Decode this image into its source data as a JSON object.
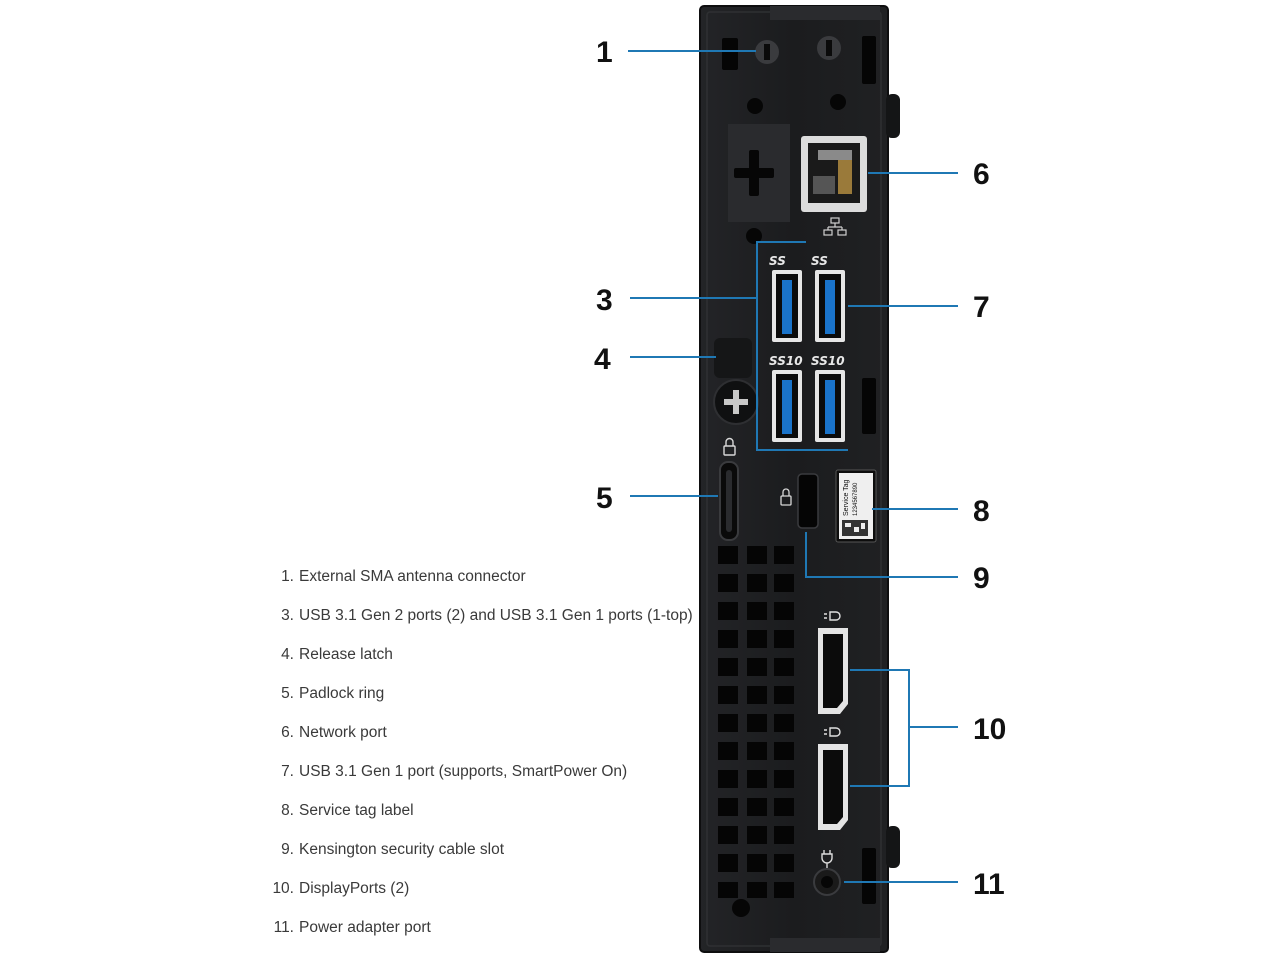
{
  "callouts": [
    "1",
    "3",
    "4",
    "5",
    "6",
    "7",
    "8",
    "9",
    "10",
    "11"
  ],
  "legend": [
    {
      "num": "1.",
      "text": "External SMA antenna connector"
    },
    {
      "num": "3.",
      "text": "USB 3.1 Gen 2 ports (2) and USB 3.1 Gen 1 ports (1-top)"
    },
    {
      "num": "4.",
      "text": "Release latch"
    },
    {
      "num": "5.",
      "text": "Padlock ring"
    },
    {
      "num": "6.",
      "text": "Network port"
    },
    {
      "num": "7.",
      "text": "USB 3.1 Gen 1 port (supports, SmartPower On)"
    },
    {
      "num": "8.",
      "text": "Service tag label"
    },
    {
      "num": "9.",
      "text": "Kensington security cable slot"
    },
    {
      "num": "10.",
      "text": "DisplayPorts (2)"
    },
    {
      "num": "11.",
      "text": "Power adapter port"
    }
  ],
  "port_labels": {
    "usb_ss": "SS",
    "usb_ss10": "SS10",
    "service_tag_label": "Service Tag",
    "service_tag_number": "1234567890"
  },
  "colors": {
    "chassis": "#1c1d1f",
    "chassis_edge": "#2b2c2e",
    "usb_blue": "#1a73c9",
    "callout_line": "#1f78b4",
    "text": "#3a3a3a"
  }
}
